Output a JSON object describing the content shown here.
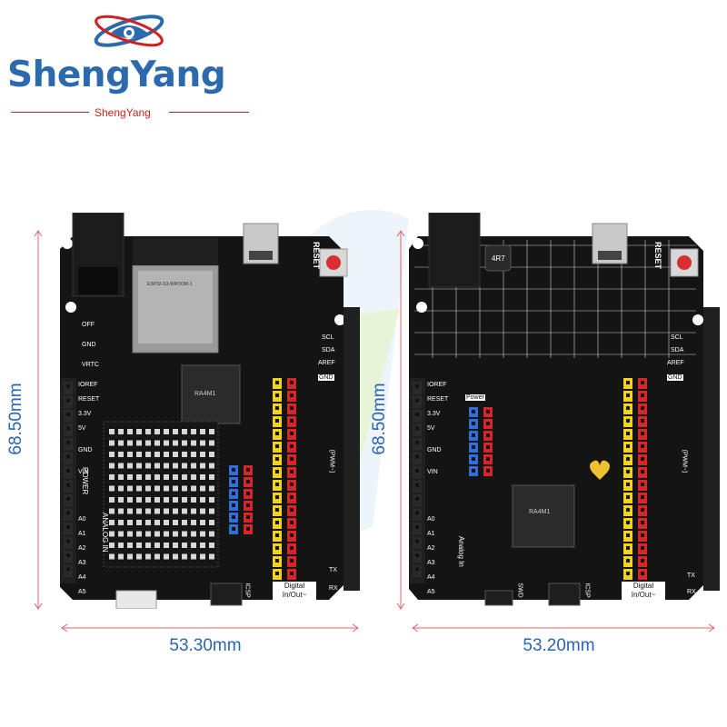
{
  "brand": {
    "name": "ShengYang",
    "subname": "ShengYang",
    "colors": {
      "primary": "#2b6aad",
      "accent": "#d02020"
    }
  },
  "boards": [
    {
      "id": "esp32",
      "height_dim": "68.50mm",
      "width_dim": "53.30mm",
      "module_label": "ESP32-S3-WROOM-1",
      "chip_label": "RA4M1",
      "labels": {
        "reset": "RESET",
        "off": "OFF",
        "gnd": "GND",
        "vrtc": "VRTC",
        "ioref": "IOREF",
        "reset_pin": "RESET",
        "v33": "3.3V",
        "v5": "5V",
        "gnd_pin": "GND",
        "vin": "VIN",
        "power": "POWER",
        "analog_in": "ANALOG IN",
        "analog_pins": [
          "A0",
          "A1",
          "A2",
          "A3",
          "A4",
          "A5"
        ],
        "scl": "SCL",
        "sda": "SDA",
        "aref": "AREF",
        "gnd_top": "GND",
        "digital": "Digital",
        "in_out": "In/Out~",
        "pwm": "(PWM~)",
        "icsp": "ICSP",
        "tx": "TX",
        "rx": "RX"
      }
    },
    {
      "id": "uno",
      "height_dim": "68.50mm",
      "width_dim": "53.20mm",
      "chip_label": "RA4M1",
      "inductor_label": "4R7",
      "labels": {
        "reset": "RESET",
        "ioref": "IOREF",
        "reset_pin": "RESET",
        "v33": "3.3V",
        "v5": "5V",
        "gnd_pin": "GND",
        "vin": "VIN",
        "power": "Power",
        "analog_in": "Analog In",
        "analog_pins": [
          "A0",
          "A1",
          "A2",
          "A3",
          "A4",
          "A5"
        ],
        "scl": "SCL",
        "sda": "SDA",
        "aref": "AREF",
        "gnd_top": "GND",
        "digital": "Digital",
        "in_out": "In/Out~",
        "pwm": "(PWM~)",
        "icsp": "ICSP",
        "swd": "SWD",
        "tx": "TX",
        "rx": "RX"
      }
    }
  ]
}
